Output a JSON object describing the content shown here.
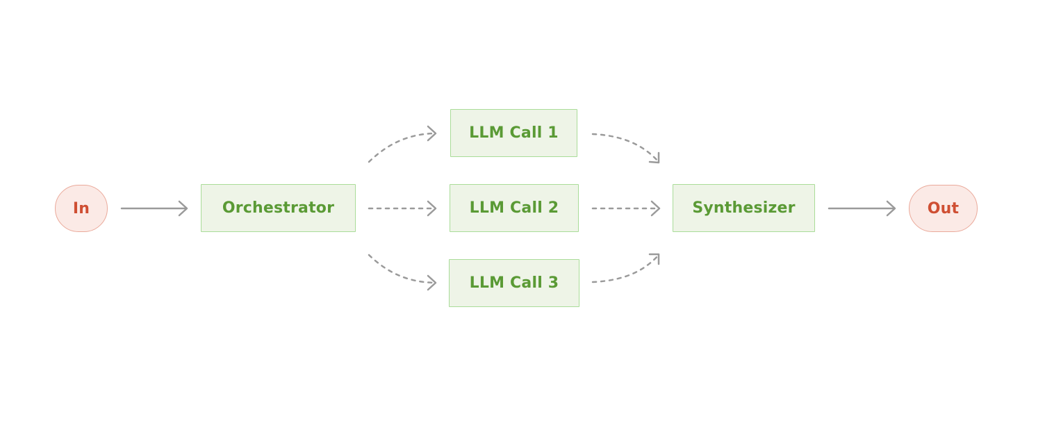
{
  "nodes": {
    "input": "In",
    "orchestrator": "Orchestrator",
    "llm_call_1": "LLM Call 1",
    "llm_call_2": "LLM Call 2",
    "llm_call_3": "LLM Call 3",
    "synthesizer": "Synthesizer",
    "output": "Out"
  },
  "colors": {
    "terminal_fill": "#fbeae6",
    "terminal_border": "#eaa99a",
    "terminal_text": "#cf4f33",
    "process_fill": "#eef4e7",
    "process_border": "#a9dc98",
    "process_text": "#5a9a35",
    "arrow": "#9a9a9a"
  },
  "edges": [
    {
      "from": "input",
      "to": "orchestrator",
      "style": "solid"
    },
    {
      "from": "orchestrator",
      "to": "llm_call_1",
      "style": "dashed"
    },
    {
      "from": "orchestrator",
      "to": "llm_call_2",
      "style": "dashed"
    },
    {
      "from": "orchestrator",
      "to": "llm_call_3",
      "style": "dashed"
    },
    {
      "from": "llm_call_1",
      "to": "synthesizer",
      "style": "dashed"
    },
    {
      "from": "llm_call_2",
      "to": "synthesizer",
      "style": "dashed"
    },
    {
      "from": "llm_call_3",
      "to": "synthesizer",
      "style": "dashed"
    },
    {
      "from": "synthesizer",
      "to": "output",
      "style": "solid"
    }
  ]
}
